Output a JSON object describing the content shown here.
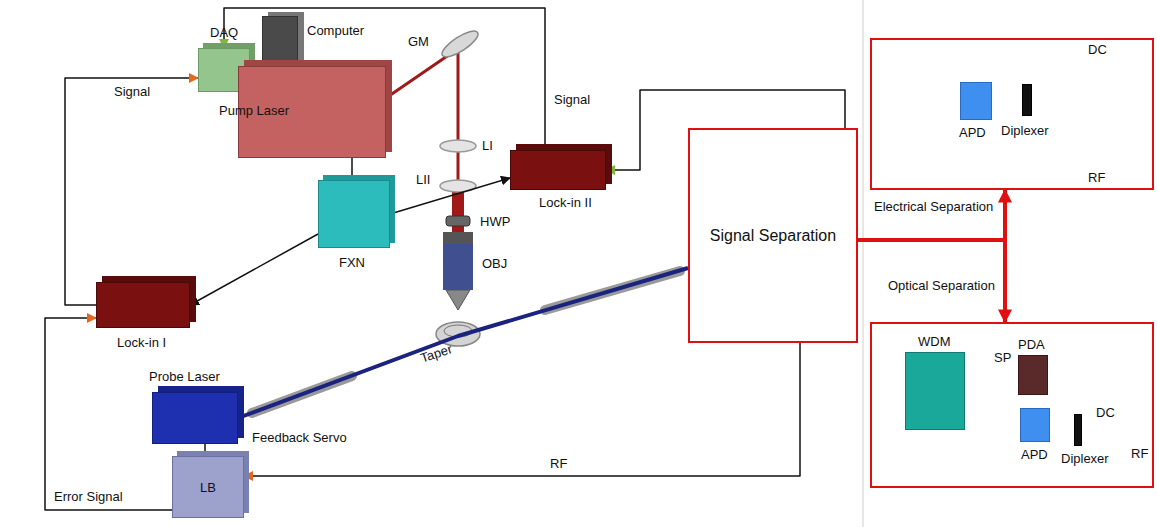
{
  "diagram": {
    "nodes": [
      {
        "text": [
          "DAQ"
        ]
      },
      {
        "text": [
          "Computer"
        ]
      },
      {
        "text": [
          "Pump Laser"
        ]
      },
      {
        "text": [
          "FXN"
        ]
      },
      {
        "text": [
          "Lock-in I"
        ]
      },
      {
        "text": [
          "Lock-in II"
        ]
      },
      {
        "text": [
          "Signal Separation"
        ]
      },
      {
        "text": [
          "Probe Laser"
        ]
      },
      {
        "text": [
          "LB"
        ]
      },
      {
        "text": []
      },
      {
        "text": [
          "APD"
        ],
        "in": 9
      },
      {
        "text": [
          "Diplexer"
        ],
        "in": 9
      },
      {
        "text": []
      },
      {
        "text": [
          "WDM"
        ],
        "in": 12
      },
      {
        "text": [
          "PDA"
        ],
        "in": 12
      },
      {
        "text": [
          "APD"
        ],
        "in": 12
      },
      {
        "text": [
          "Diplexer"
        ],
        "in": 12
      }
    ],
    "edges": [
      {
        "from": 4,
        "to": 0,
        "arrow": "to",
        "label": "Signal"
      },
      {
        "from": 5,
        "to": 0,
        "arrow": "to",
        "label": "Signal"
      },
      {
        "from": 6,
        "to": 5,
        "arrow": "to"
      },
      {
        "from": 3,
        "to": 4,
        "arrow": "to"
      },
      {
        "from": 3,
        "to": 5,
        "arrow": "to"
      },
      {
        "from": 2,
        "to": 3,
        "arrow": "none"
      },
      {
        "from": 8,
        "to": 4,
        "arrow": "to",
        "label": "Error Signal"
      },
      {
        "from": 6,
        "to": 8,
        "arrow": "to",
        "label": "RF"
      },
      {
        "from": 8,
        "to": 7,
        "arrow": "none",
        "label": "Feedback Servo"
      },
      {
        "from": 7,
        "to": 6,
        "arrow": "none"
      },
      {
        "from": 6,
        "to": 9,
        "arrow": "to",
        "label": "Electrical Separation"
      },
      {
        "from": 6,
        "to": 12,
        "arrow": "to",
        "label": "Optical Separation"
      },
      {
        "from": 10,
        "to": 11,
        "arrow": "none"
      },
      {
        "from": 13,
        "to": 14,
        "arrow": "none"
      },
      {
        "from": 13,
        "to": 15,
        "arrow": "none"
      },
      {
        "from": 15,
        "to": 16,
        "arrow": "none"
      }
    ],
    "labels": [
      "GM",
      "LI",
      "LII",
      "HWP",
      "OBJ",
      "Taper",
      "DC",
      "RF",
      "SP",
      "DC",
      "RF"
    ]
  }
}
